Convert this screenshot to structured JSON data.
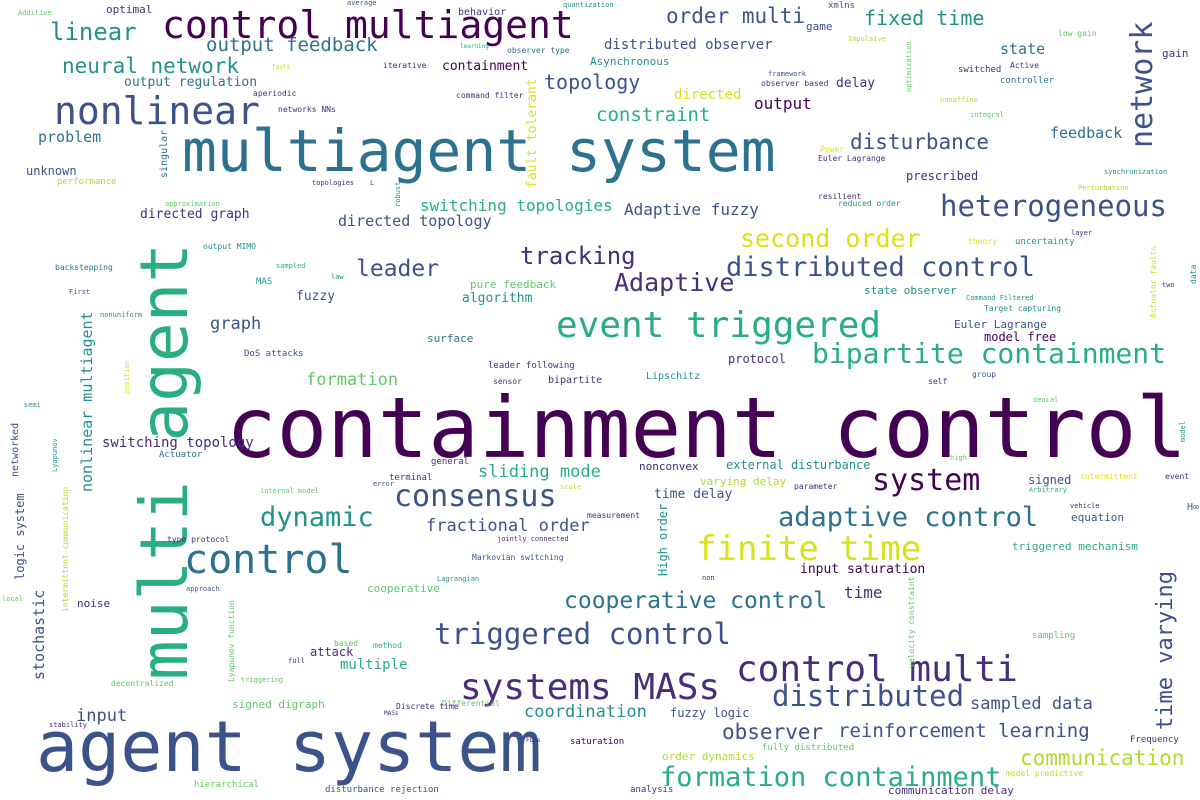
{
  "palette": {
    "p0": "#440154",
    "p1": "#472d7b",
    "p2": "#3b528b",
    "p3": "#2c728e",
    "p4": "#21918c",
    "p5": "#28ae80",
    "p6": "#5ec962",
    "p7": "#addc30",
    "p8": "#d8e219"
  },
  "words": [
    {
      "text": "containment control",
      "color": "p0"
    },
    {
      "text": "agent system",
      "color": "p2"
    },
    {
      "text": "multiagent system",
      "color": "p3"
    },
    {
      "text": "multi agent",
      "color": "p5"
    },
    {
      "text": "control multiagent",
      "color": "p0"
    },
    {
      "text": "nonlinear",
      "color": "p2"
    },
    {
      "text": "network",
      "color": "p2"
    },
    {
      "text": "event triggered",
      "color": "p5"
    },
    {
      "text": "control",
      "color": "p3"
    },
    {
      "text": "control multi",
      "color": "p1"
    },
    {
      "text": "systems MASs",
      "color": "p1"
    },
    {
      "text": "triggered control",
      "color": "p2"
    },
    {
      "text": "finite time",
      "color": "p8"
    },
    {
      "text": "bipartite containment",
      "color": "p5"
    },
    {
      "text": "heterogeneous",
      "color": "p2"
    },
    {
      "text": "consensus",
      "color": "p2"
    },
    {
      "text": "distributed control",
      "color": "p2"
    },
    {
      "text": "formation containment",
      "color": "p5"
    },
    {
      "text": "adaptive control",
      "color": "p3"
    },
    {
      "text": "distributed",
      "color": "p2"
    },
    {
      "text": "cooperative control",
      "color": "p3"
    },
    {
      "text": "system",
      "color": "p0"
    },
    {
      "text": "dynamic",
      "color": "p4"
    },
    {
      "text": "second order",
      "color": "p8"
    },
    {
      "text": "tracking",
      "color": "p1"
    },
    {
      "text": "Adaptive",
      "color": "p1"
    },
    {
      "text": "leader",
      "color": "p2"
    },
    {
      "text": "time varying",
      "color": "p2"
    },
    {
      "text": "order multi",
      "color": "p2"
    },
    {
      "text": "fixed time",
      "color": "p4"
    },
    {
      "text": "linear",
      "color": "p4"
    },
    {
      "text": "neural network",
      "color": "p4"
    },
    {
      "text": "output feedback",
      "color": "p3"
    },
    {
      "text": "disturbance",
      "color": "p2"
    },
    {
      "text": "topology",
      "color": "p2"
    },
    {
      "text": "constraint",
      "color": "p5"
    },
    {
      "text": "observer",
      "color": "p2"
    },
    {
      "text": "reinforcement learning",
      "color": "p2"
    },
    {
      "text": "communication",
      "color": "p7"
    },
    {
      "text": "sampled data",
      "color": "p2"
    },
    {
      "text": "coordination",
      "color": "p4"
    },
    {
      "text": "formation",
      "color": "p6"
    },
    {
      "text": "switching topologies",
      "color": "p5"
    },
    {
      "text": "Adaptive fuzzy",
      "color": "p2"
    },
    {
      "text": "directed topology",
      "color": "p2"
    },
    {
      "text": "sliding mode",
      "color": "p5"
    },
    {
      "text": "fractional order",
      "color": "p2"
    },
    {
      "text": "nonlinear multiagent",
      "color": "p4"
    },
    {
      "text": "input",
      "color": "p2"
    },
    {
      "text": "graph",
      "color": "p2"
    },
    {
      "text": "output",
      "color": "p0"
    },
    {
      "text": "distributed observer",
      "color": "p2"
    },
    {
      "text": "problem",
      "color": "p3"
    },
    {
      "text": "state",
      "color": "p3"
    },
    {
      "text": "feedback",
      "color": "p3"
    },
    {
      "text": "time",
      "color": "p1"
    },
    {
      "text": "directed",
      "color": "p8"
    },
    {
      "text": "stochastic",
      "color": "p2"
    },
    {
      "text": "containment",
      "color": "p0"
    },
    {
      "text": "output regulation",
      "color": "p3"
    },
    {
      "text": "switching topology",
      "color": "p1"
    },
    {
      "text": "multiple",
      "color": "p5"
    },
    {
      "text": "fuzzy",
      "color": "p2"
    },
    {
      "text": "algorithm",
      "color": "p4"
    },
    {
      "text": "directed graph",
      "color": "p1"
    },
    {
      "text": "prescribed",
      "color": "p1"
    },
    {
      "text": "time delay",
      "color": "p2"
    },
    {
      "text": "input saturation",
      "color": "p0"
    },
    {
      "text": "external disturbance",
      "color": "p4"
    },
    {
      "text": "fuzzy logic",
      "color": "p2"
    },
    {
      "text": "unknown",
      "color": "p2"
    },
    {
      "text": "delay",
      "color": "p1"
    },
    {
      "text": "fault tolerant",
      "color": "p8"
    },
    {
      "text": "Asynchronous",
      "color": "p4"
    },
    {
      "text": "optimal",
      "color": "p1"
    },
    {
      "text": "game",
      "color": "p2"
    },
    {
      "text": "gain",
      "color": "p1"
    },
    {
      "text": "protocol",
      "color": "p1"
    },
    {
      "text": "signed",
      "color": "p2"
    },
    {
      "text": "attack",
      "color": "p1"
    },
    {
      "text": "model free",
      "color": "p0"
    },
    {
      "text": "High order",
      "color": "p4"
    },
    {
      "text": "logic system",
      "color": "p2"
    },
    {
      "text": "state observer",
      "color": "p4"
    },
    {
      "text": "pure feedback",
      "color": "p6"
    },
    {
      "text": "surface",
      "color": "p3"
    },
    {
      "text": "nonconvex",
      "color": "p1"
    },
    {
      "text": "triggered mechanism",
      "color": "p5"
    },
    {
      "text": "equation",
      "color": "p2"
    },
    {
      "text": "varying delay",
      "color": "p7"
    },
    {
      "text": "signed digraph",
      "color": "p6"
    },
    {
      "text": "Euler Lagrange",
      "color": "p2"
    },
    {
      "text": "noise",
      "color": "p1"
    },
    {
      "text": "communication delay",
      "color": "p1"
    },
    {
      "text": "Lipschitz",
      "color": "p4"
    },
    {
      "text": "order dynamics",
      "color": "p7"
    },
    {
      "text": "cooperative",
      "color": "p6"
    },
    {
      "text": "bipartite",
      "color": "p1"
    },
    {
      "text": "leader following",
      "color": "p1"
    },
    {
      "text": "DoS attacks",
      "color": "p2"
    },
    {
      "text": "networked",
      "color": "p2"
    },
    {
      "text": "singular",
      "color": "p3"
    },
    {
      "text": "behavior",
      "color": "p1"
    },
    {
      "text": "xmlns",
      "color": "p2"
    },
    {
      "text": "uncertainty",
      "color": "p4"
    },
    {
      "text": "sampling",
      "color": "p6"
    },
    {
      "text": "switched",
      "color": "p1"
    },
    {
      "text": "controller",
      "color": "p3"
    },
    {
      "text": "general",
      "color": "p1"
    },
    {
      "text": "Actuator",
      "color": "p3"
    },
    {
      "text": "terminal",
      "color": "p1"
    },
    {
      "text": "saturation",
      "color": "p0"
    },
    {
      "text": "Markovian switching",
      "color": "p2"
    },
    {
      "text": "fully distributed",
      "color": "p6"
    },
    {
      "text": "Frequency",
      "color": "p1"
    },
    {
      "text": "hierarchical",
      "color": "p6"
    },
    {
      "text": "disturbance rejection",
      "color": "p2"
    },
    {
      "text": "analysis",
      "color": "p1"
    },
    {
      "text": "performance",
      "color": "p7"
    },
    {
      "text": "intermittent communication",
      "color": "p7"
    },
    {
      "text": "backstepping",
      "color": "p3"
    },
    {
      "text": "aperiodic",
      "color": "p1"
    },
    {
      "text": "networks NNs",
      "color": "p1"
    },
    {
      "text": "command filter",
      "color": "p1"
    },
    {
      "text": "observer based",
      "color": "p1"
    },
    {
      "text": "resilient",
      "color": "p1"
    },
    {
      "text": "reduced order",
      "color": "p4"
    },
    {
      "text": "Target capturing",
      "color": "p4"
    },
    {
      "text": "sensor",
      "color": "p1"
    },
    {
      "text": "self",
      "color": "p1"
    },
    {
      "text": "group",
      "color": "p2"
    },
    {
      "text": "parameter",
      "color": "p1"
    },
    {
      "text": "measurement",
      "color": "p1"
    },
    {
      "text": "type protocol",
      "color": "p1"
    },
    {
      "text": "jointly connected",
      "color": "p1"
    },
    {
      "text": "Lagrangian",
      "color": "p4"
    },
    {
      "text": "non",
      "color": "p1"
    },
    {
      "text": "approach",
      "color": "p2"
    },
    {
      "text": "based",
      "color": "p6"
    },
    {
      "text": "method",
      "color": "p5"
    },
    {
      "text": "full",
      "color": "p1"
    },
    {
      "text": "decentralized",
      "color": "p6"
    },
    {
      "text": "triggering",
      "color": "p6"
    },
    {
      "text": "Differential",
      "color": "p6"
    },
    {
      "text": "Discrete time",
      "color": "p1"
    },
    {
      "text": "MASs",
      "color": "p1"
    },
    {
      "text": "FLSs",
      "color": "p1"
    },
    {
      "text": "stability",
      "color": "p1"
    },
    {
      "text": "model predictive",
      "color": "p7"
    },
    {
      "text": "internal model",
      "color": "p6"
    },
    {
      "text": "scale",
      "color": "p8"
    },
    {
      "text": "error",
      "color": "p2"
    },
    {
      "text": "Arbitrary",
      "color": "p5"
    },
    {
      "text": "intermittent",
      "color": "p8"
    },
    {
      "text": "vehicle",
      "color": "p1"
    },
    {
      "text": "event",
      "color": "p1"
    },
    {
      "text": "H∞",
      "color": "p3"
    },
    {
      "text": "high",
      "color": "p6"
    },
    {
      "text": "denial",
      "color": "p6"
    },
    {
      "text": "model",
      "color": "p4"
    },
    {
      "text": "semi",
      "color": "p4"
    },
    {
      "text": "local",
      "color": "p6"
    },
    {
      "text": "Lyapunov",
      "color": "p4"
    },
    {
      "text": "position",
      "color": "p8"
    },
    {
      "text": "nonuniform",
      "color": "p4"
    },
    {
      "text": "First",
      "color": "p2"
    },
    {
      "text": "law",
      "color": "p4"
    },
    {
      "text": "sampled",
      "color": "p5"
    },
    {
      "text": "output MIMO",
      "color": "p4"
    },
    {
      "text": "theory",
      "color": "p8"
    },
    {
      "text": "layer",
      "color": "p1"
    },
    {
      "text": "two",
      "color": "p1"
    },
    {
      "text": "data",
      "color": "p4"
    },
    {
      "text": "Actuator faults",
      "color": "p8"
    },
    {
      "text": "Command Filtered",
      "color": "p4"
    },
    {
      "text": "Perturbation",
      "color": "p7"
    },
    {
      "text": "synchronization",
      "color": "p4"
    },
    {
      "text": "approximation",
      "color": "p6"
    },
    {
      "text": "topologies",
      "color": "p1"
    },
    {
      "text": "L",
      "color": "p2"
    },
    {
      "text": "robust",
      "color": "p4"
    },
    {
      "text": "Power",
      "color": "p8"
    },
    {
      "text": "Euler Lagrange",
      "color": "p1"
    },
    {
      "text": "integral",
      "color": "p6"
    },
    {
      "text": "nonaffine",
      "color": "p7"
    },
    {
      "text": "optimization",
      "color": "p6"
    },
    {
      "text": "Impulsive",
      "color": "p7"
    },
    {
      "text": "Active",
      "color": "p1"
    },
    {
      "text": "framework",
      "color": "p2"
    },
    {
      "text": "low gain",
      "color": "p6"
    },
    {
      "text": "learning",
      "color": "p5"
    },
    {
      "text": "observer type",
      "color": "p3"
    },
    {
      "text": "iterative",
      "color": "p1"
    },
    {
      "text": "fault",
      "color": "p7"
    },
    {
      "text": "average",
      "color": "p2"
    },
    {
      "text": "quantization",
      "color": "p4"
    },
    {
      "text": "Additive",
      "color": "p6"
    },
    {
      "text": "Lyapunov function",
      "color": "p6"
    },
    {
      "text": "velocity constraint",
      "color": "p6"
    },
    {
      "text": "MAS",
      "color": "p4"
    }
  ]
}
